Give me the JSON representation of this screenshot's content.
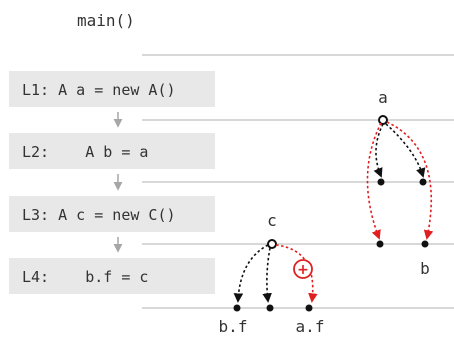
{
  "title": "main()",
  "statements": [
    {
      "id": "L1",
      "text": "L1: A a = new A()"
    },
    {
      "id": "L2",
      "text": "L2:    A b = a"
    },
    {
      "id": "L3",
      "text": "L3: A c = new C()"
    },
    {
      "id": "L4",
      "text": "L4:    b.f = c"
    }
  ],
  "nodes": {
    "a": "a",
    "c": "c",
    "b": "b",
    "bf": "b.f",
    "af": "a.f",
    "plus": "+"
  },
  "colors": {
    "box_fill": "#e8e8e8",
    "line": "#b0b0b0",
    "arrow_gray": "#a6a6a6",
    "edge_black": "#111111",
    "edge_red": "#e02020",
    "text": "#333333"
  }
}
